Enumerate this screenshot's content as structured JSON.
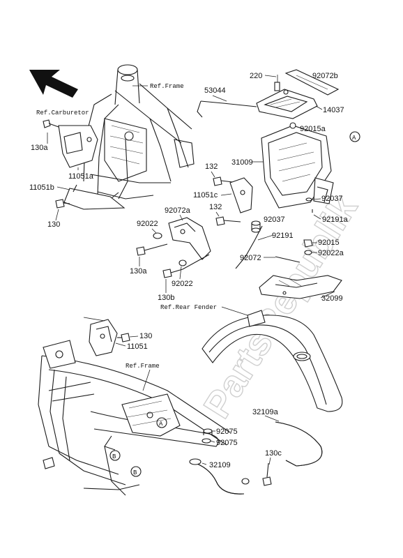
{
  "watermark": "PartsRepublik",
  "refs": {
    "frame_top": "Ref.Frame",
    "carburetor": "Ref.Carburetor",
    "rear_fender": "Ref.Rear Fender",
    "frame_bottom": "Ref.Frame"
  },
  "circle_marks": {
    "a_right": "A",
    "a_frame": "A",
    "b_frame1": "B",
    "b_frame2": "B"
  },
  "part_labels": {
    "p220": "220",
    "p92072b": "92072b",
    "p53044": "53044",
    "p14037": "14037",
    "p92015a": "92015a",
    "p130a_top": "130a",
    "p11051a": "11051a",
    "p31009": "31009",
    "p132_a": "132",
    "p11051b": "11051b",
    "p11051c": "11051c",
    "p92037_a": "92037",
    "p130_a": "130",
    "p92072a": "92072a",
    "p132_b": "132",
    "p92022_a": "92022",
    "p92037_b": "92037",
    "p92191a": "92191a",
    "p92191": "92191",
    "p92015": "92015",
    "p92072": "92072",
    "p92022a": "92022a",
    "p130a_mid": "130a",
    "p92022_b": "92022",
    "p130b": "130b",
    "p32099": "32099",
    "p130_b": "130",
    "p11051": "11051",
    "p32109a": "32109a",
    "p92075_a": "92075",
    "p130c": "130c",
    "p92075_b": "92075",
    "p32109": "32109"
  }
}
